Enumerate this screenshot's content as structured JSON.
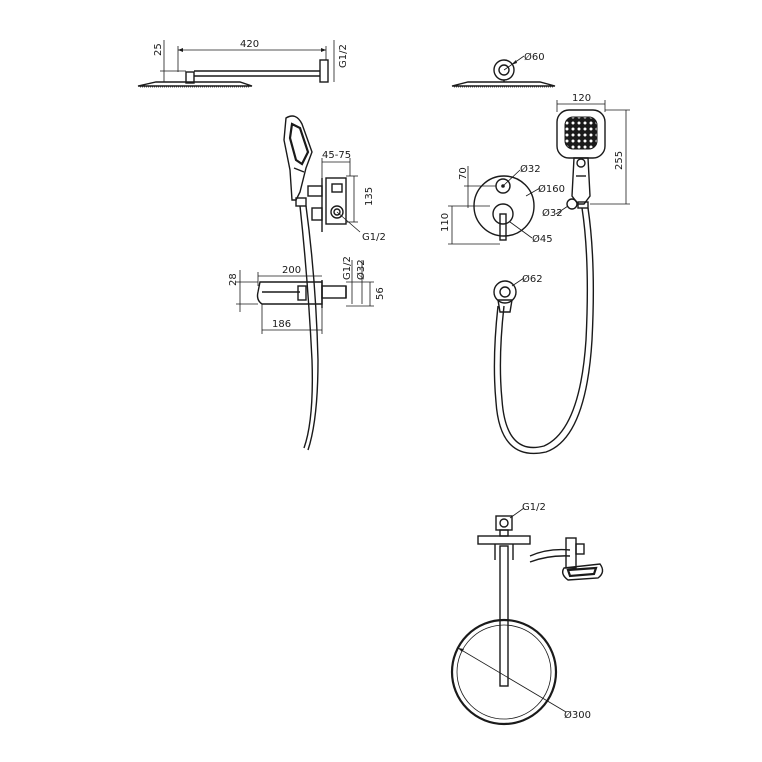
{
  "dimensions": {
    "arm_length": "420",
    "arm_height": "25",
    "arm_thread": "G1/2",
    "wall_flange_dia": "Ø60",
    "handheld_width": "120",
    "handheld_length": "255",
    "diverter_offset": "45-75",
    "diverter_height": "135",
    "diverter_thread": "G1/2",
    "top_handle_offset": "70",
    "bottom_handle_offset": "110",
    "top_handle_dia": "Ø32",
    "plate_dia": "Ø160",
    "holder_dia": "Ø32",
    "bottom_handle_dia": "Ø45",
    "spout_length": "200",
    "spout_height": "28",
    "spout_thread": "G1/2",
    "spout_outlet_dia": "Ø32",
    "spout_depth": "56",
    "spout_projection": "186",
    "hose_outlet_dia": "Ø62",
    "top_thread": "G1/2",
    "rain_head_dia": "Ø300"
  },
  "colors": {
    "line": "#1a1a1a",
    "background": "#ffffff"
  }
}
